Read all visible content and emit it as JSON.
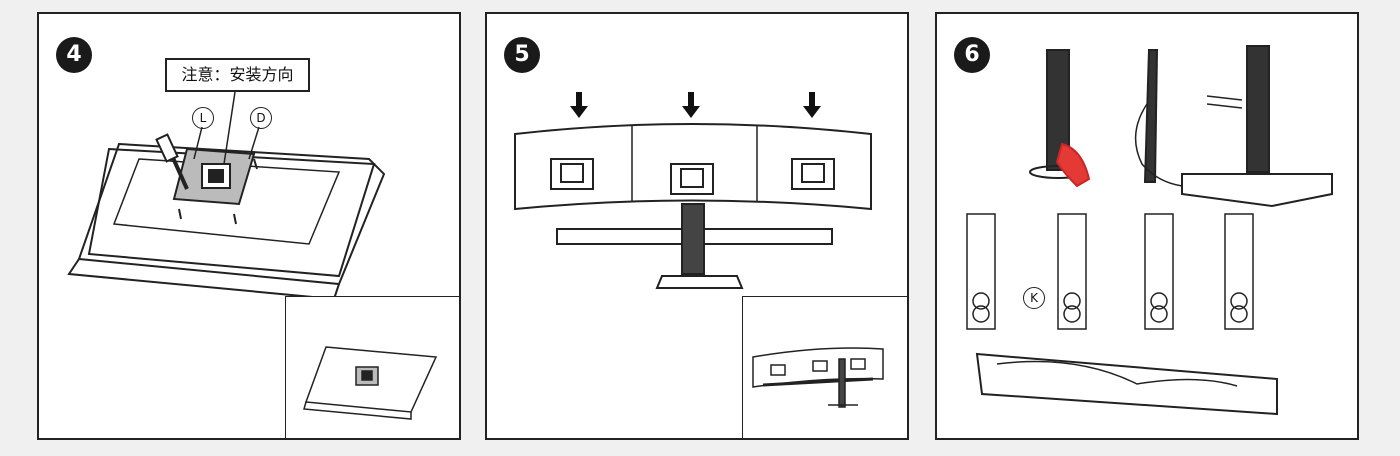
{
  "steps": [
    {
      "number": "4",
      "note": "注意：安装方向",
      "labels": [
        "L",
        "D"
      ]
    },
    {
      "number": "5"
    },
    {
      "number": "6",
      "labels": [
        "K"
      ]
    }
  ],
  "colors": {
    "ink": "#222222",
    "hand": "#e53935",
    "background": "#f0f0f0"
  },
  "icons": [
    "arrow-down-icon"
  ]
}
